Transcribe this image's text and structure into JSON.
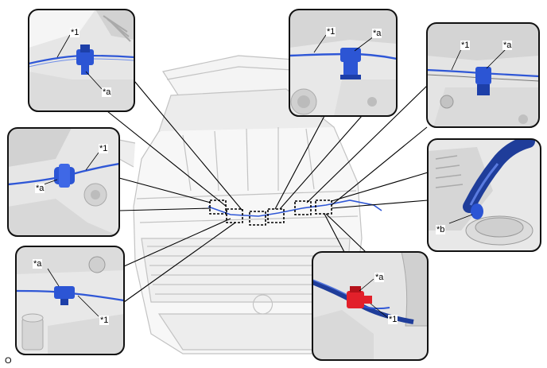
{
  "diagram": {
    "marks": {
      "one": "*1",
      "a": "*a",
      "b": "*b"
    },
    "corner_code": "O"
  },
  "colors": {
    "wire": "#2f57d6",
    "clamp": "#2c55d4",
    "red_clamp": "#e2202a",
    "hose": "#1f3d9a",
    "panel_border": "#111111",
    "vehicle_line": "#c9c9c9"
  }
}
